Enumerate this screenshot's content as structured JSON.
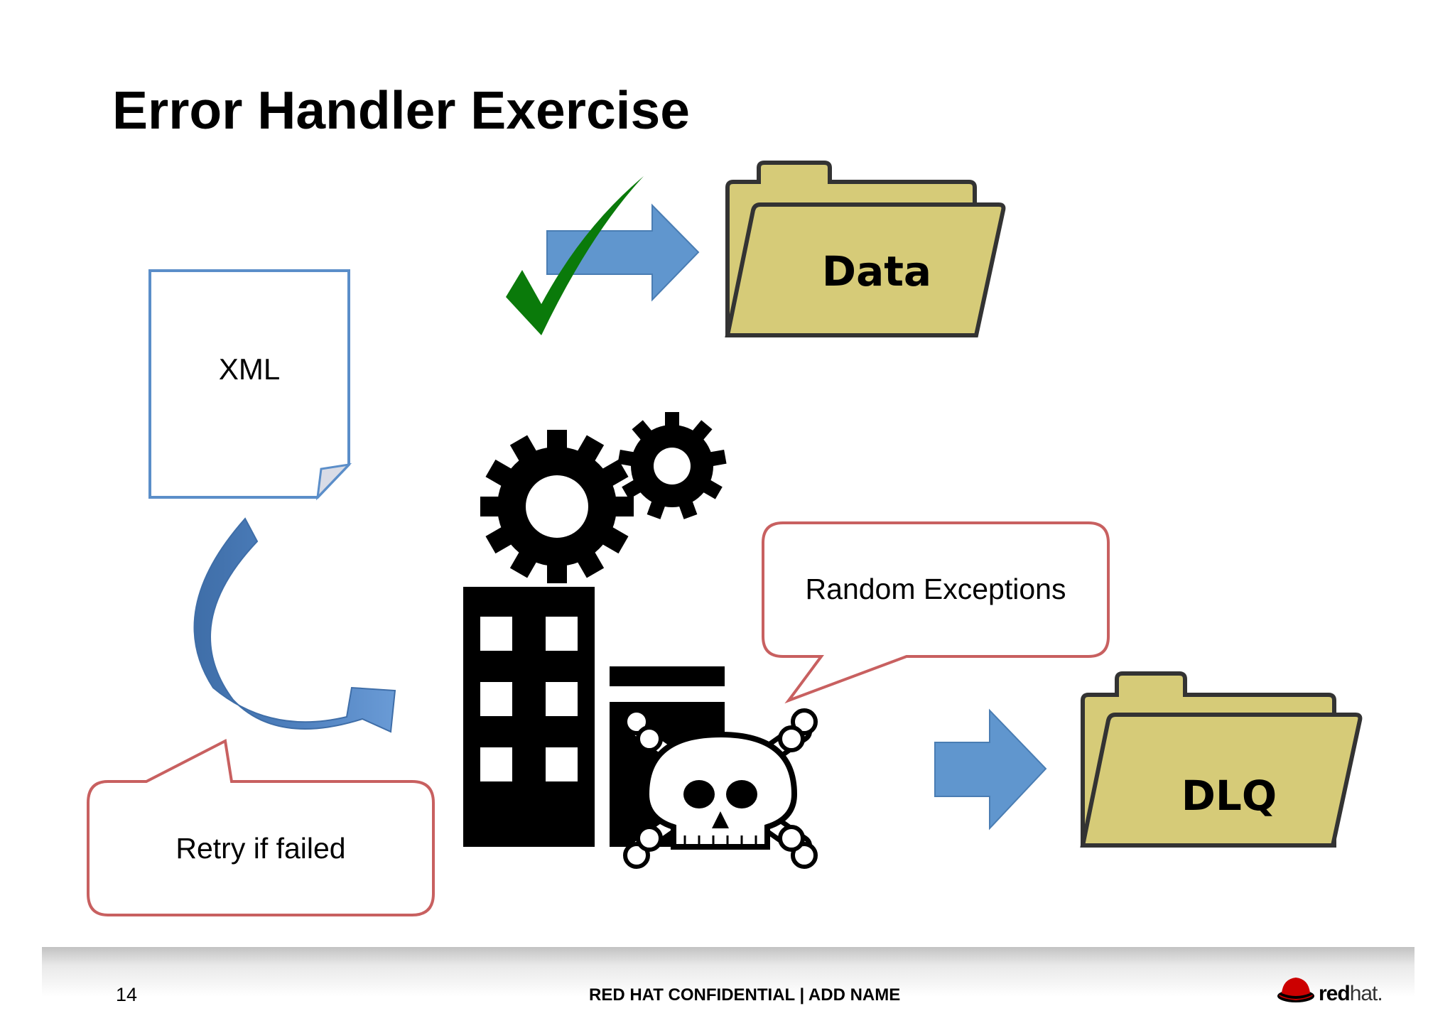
{
  "title": "Error Handler Exercise",
  "nodes": {
    "xml_doc": "XML",
    "data_folder": "Data",
    "dlq_folder": "DLQ"
  },
  "callouts": {
    "random_exceptions": "Random Exceptions",
    "retry": "Retry if failed"
  },
  "icons": {
    "check": "checkmark-icon",
    "gears": "gears-icon",
    "factory": "factory-icon",
    "skull": "skull-crossbones-icon",
    "folder": "folder-icon",
    "document": "document-icon"
  },
  "colors": {
    "arrow_blue": "#6096CE",
    "folder_fill": "#D6CB78",
    "callout_border": "#C86060",
    "document_border": "#5B8EC9",
    "check_green": "#0A7A0A"
  },
  "footer": {
    "page_number": "14",
    "confidential": "RED HAT CONFIDENTIAL | ADD NAME",
    "logo_bold": "red",
    "logo_thin": "hat."
  }
}
